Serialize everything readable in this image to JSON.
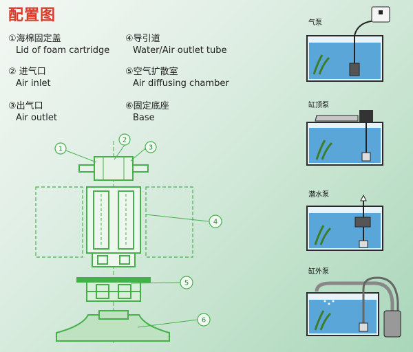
{
  "title": "配置图",
  "legend": [
    {
      "zh": "①海棉固定盖",
      "en": "Lid of foam cartridge"
    },
    {
      "zh": "② 进气口",
      "en": "Air inlet"
    },
    {
      "zh": "③出气口",
      "en": "Air outlet"
    },
    {
      "zh": "④导引道",
      "en": "Water/Air outlet tube"
    },
    {
      "zh": "⑤空气扩散室",
      "en": "Air diffusing chamber"
    },
    {
      "zh": "⑥固定底座",
      "en": "Base"
    }
  ],
  "callouts": [
    "1",
    "2",
    "3",
    "4",
    "5",
    "6"
  ],
  "setups": [
    {
      "label": "气泵"
    },
    {
      "label": "缸顶泵"
    },
    {
      "label": "潜水泵"
    },
    {
      "label": "缸外泵"
    }
  ],
  "colors": {
    "title": "#d93b2b",
    "diagram": "#44b04a",
    "water": "#5aa6d8"
  }
}
